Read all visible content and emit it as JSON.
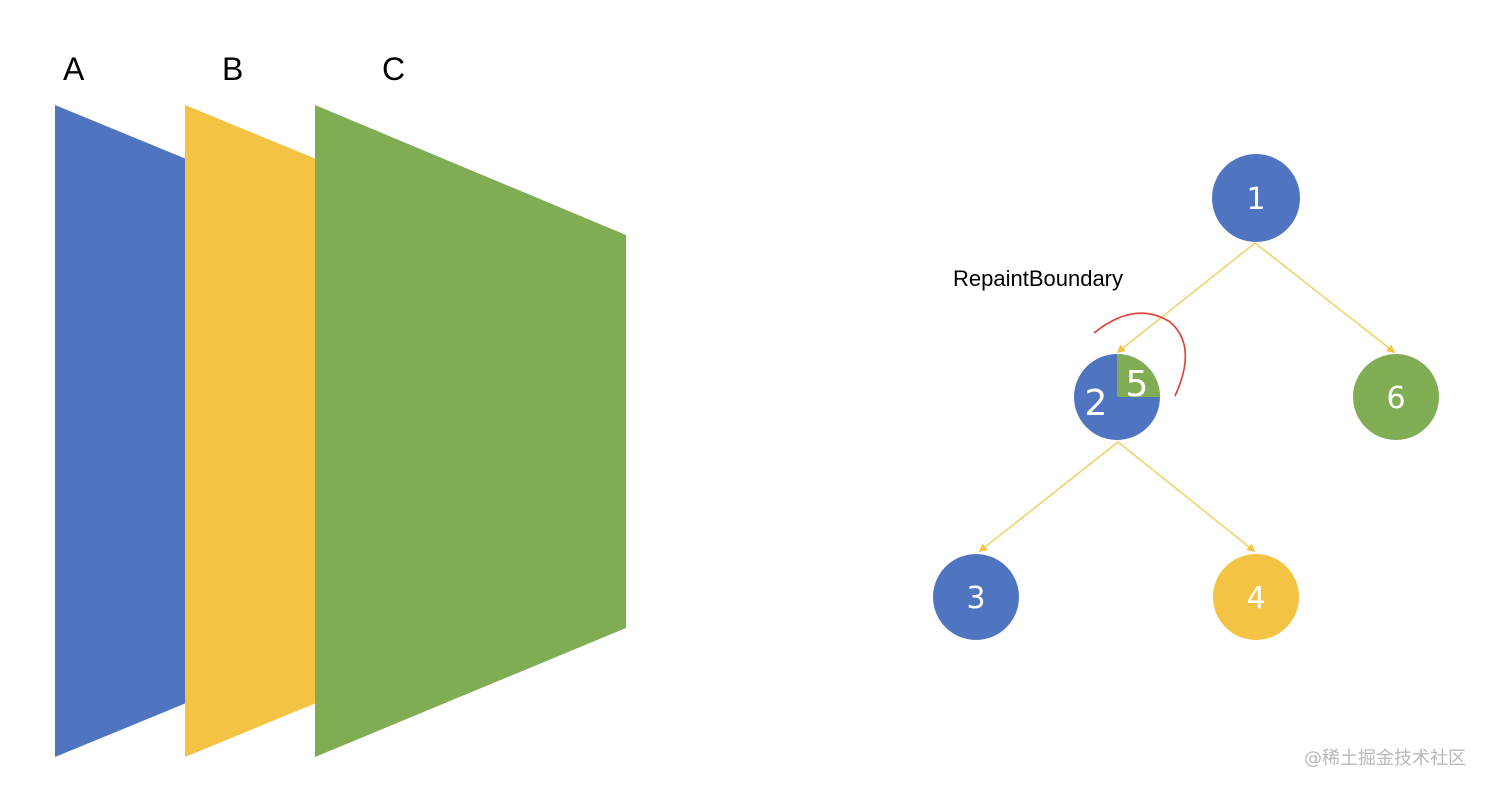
{
  "colors": {
    "blue": "#4f74c0",
    "yellow": "#f4c343",
    "green": "#80ad54",
    "edge": "#f4c343",
    "arc": "#e23b32"
  },
  "layers": [
    {
      "id": "A",
      "label": "A",
      "color": "blue"
    },
    {
      "id": "B",
      "label": "B",
      "color": "yellow"
    },
    {
      "id": "C",
      "label": "C",
      "color": "green"
    }
  ],
  "tree": {
    "boundary_label": "RepaintBoundary",
    "nodes": [
      {
        "id": "1",
        "label": "1",
        "color": "blue"
      },
      {
        "id": "2",
        "label": "2",
        "color": "blue"
      },
      {
        "id": "5",
        "label": "5",
        "color": "green"
      },
      {
        "id": "6",
        "label": "6",
        "color": "green"
      },
      {
        "id": "3",
        "label": "3",
        "color": "blue"
      },
      {
        "id": "4",
        "label": "4",
        "color": "yellow"
      }
    ],
    "edges": [
      {
        "from": "1",
        "to": "2"
      },
      {
        "from": "1",
        "to": "6"
      },
      {
        "from": "2",
        "to": "3"
      },
      {
        "from": "2",
        "to": "4"
      }
    ]
  },
  "watermark": "@稀土掘金技术社区"
}
